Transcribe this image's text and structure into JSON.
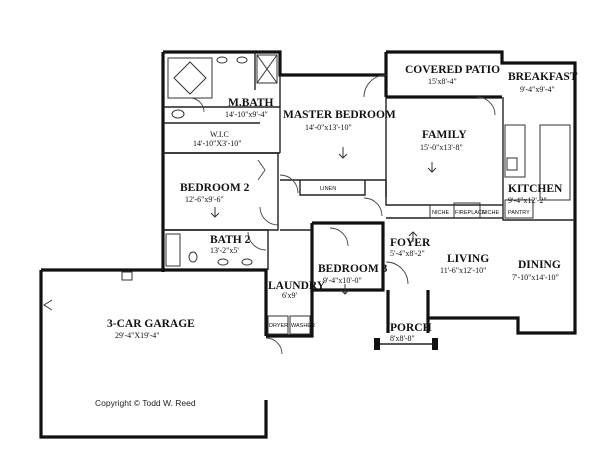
{
  "rooms": {
    "covered_patio": {
      "name": "COVERED PATIO",
      "dim": "15'x8'-4\""
    },
    "breakfast": {
      "name": "BREAKFAST",
      "dim": "9'-4\"x9'-4\""
    },
    "m_bath": {
      "name": "M.BATH",
      "dim": "14'-10\"x9'-4\""
    },
    "wic": {
      "name": "W.I.C",
      "dim": "14'-10\"X3'-10\""
    },
    "master_bedroom": {
      "name": "MASTER BEDROOM",
      "dim": "14'-0\"x13'-10\""
    },
    "family": {
      "name": "FAMILY",
      "dim": "15'-0\"x13'-8\""
    },
    "kitchen": {
      "name": "KITCHEN",
      "dim": "9'-4\"x12'-2\""
    },
    "bedroom2": {
      "name": "BEDROOM 2",
      "dim": "12'-6\"x9'-6\""
    },
    "bath2": {
      "name": "BATH 2",
      "dim": "13'-2\"x5'"
    },
    "bedroom3": {
      "name": "BEDROOM 3",
      "dim": "9'-4\"x10'-0\""
    },
    "laundry": {
      "name": "LAUNDRY",
      "dim": "6'x9'"
    },
    "foyer": {
      "name": "FOYER",
      "dim": "5'-4\"x8'-2\""
    },
    "living": {
      "name": "LIVING",
      "dim": "11'-6\"x12'-10\""
    },
    "dining": {
      "name": "DINING",
      "dim": "7'-10\"x14'-10\""
    },
    "garage": {
      "name": "3-CAR GARAGE",
      "dim": "29'-4\"X19'-4\""
    },
    "porch": {
      "name": "PORCH",
      "dim": "8'x8'-8\""
    }
  },
  "labels": {
    "linen": "LINEN",
    "niche_left": "NICHE",
    "fireplace": "FIREPLACE",
    "niche_right": "NICHE",
    "pantry": "PANTRY",
    "dryer": "DRYER",
    "washer": "WASHER"
  },
  "copyright": "Copyright © Todd W. Reed"
}
